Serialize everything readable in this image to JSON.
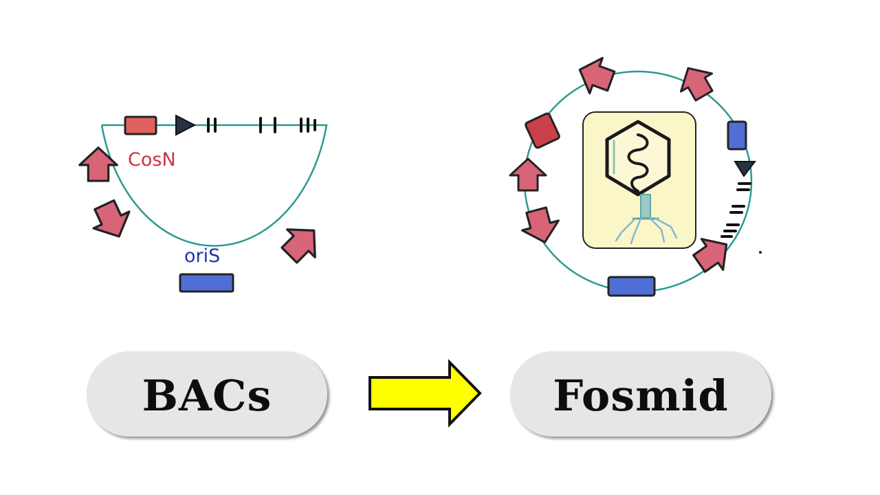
{
  "labels": {
    "cos_site": "CosN",
    "origin": "oriS"
  },
  "pills": {
    "left": "BACs",
    "right": "Fosmid"
  },
  "colors": {
    "gene_arrow": "#d86478",
    "cos_box": "#e0605e",
    "ori_box": "#4f6fd6",
    "backbone": "#2a9a8f",
    "cos_text": "#cc3344",
    "ori_text": "#2233aa",
    "pill_bg": "#e6e6e6",
    "transition_arrow": "#ffff00",
    "phage_panel": "#fbf6c8"
  },
  "icons": {
    "transition": "right-arrow-icon",
    "phage": "bacteriophage-icon"
  }
}
